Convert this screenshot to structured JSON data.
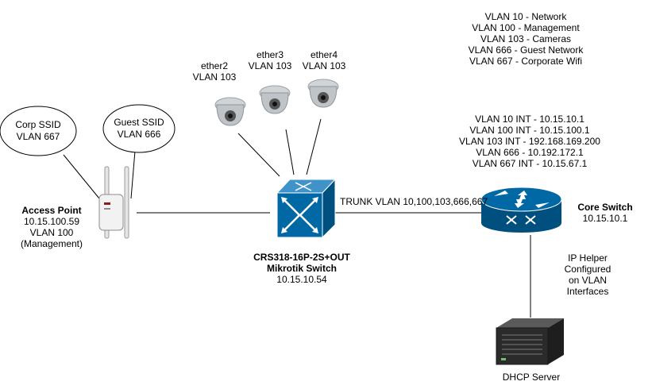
{
  "legend": {
    "lines": [
      "VLAN 10 - Network",
      "VLAN 100 - Management",
      "VLAN 103 - Cameras",
      "VLAN 666 - Guest Network",
      "VLAN 667 - Corporate Wifi"
    ]
  },
  "interfaces": {
    "lines": [
      "VLAN 10 INT - 10.15.10.1",
      "VLAN 100 INT - 10.15.100.1",
      "VLAN 103 INT - 192.168.169.200",
      "VLAN 666 - 10.192.172.1",
      "VLAN 667 INT - 10.15.67.1"
    ]
  },
  "cameras": [
    {
      "port": "ether2",
      "vlan": "VLAN 103"
    },
    {
      "port": "ether3",
      "vlan": "VLAN 103"
    },
    {
      "port": "ether4",
      "vlan": "VLAN 103"
    }
  ],
  "ssids": [
    {
      "name": "Corp SSID",
      "vlan": "VLAN 667"
    },
    {
      "name": "Guest SSID",
      "vlan": "VLAN 666"
    }
  ],
  "access_point": {
    "title": "Access Point",
    "ip": "10.15.100.59",
    "vlan": "VLAN 100",
    "note": "(Management)"
  },
  "mikrotik": {
    "model": "CRS318-16P-2S+OUT",
    "name": "Mikrotik Switch",
    "ip": "10.15.10.54"
  },
  "trunk": {
    "label": "TRUNK VLAN 10,100,103,666,667"
  },
  "core_switch": {
    "title": "Core Switch",
    "ip": "10.15.10.1"
  },
  "ip_helper": {
    "lines": [
      "IP Helper",
      "Configured",
      "on VLAN",
      "Interfaces"
    ]
  },
  "dhcp": {
    "label": "DHCP Server"
  },
  "colors": {
    "switch_blue": "#0068A5",
    "switch_dark": "#00507F",
    "camera_gray": "#BFC4C8",
    "server_dark": "#2B2B2B"
  }
}
